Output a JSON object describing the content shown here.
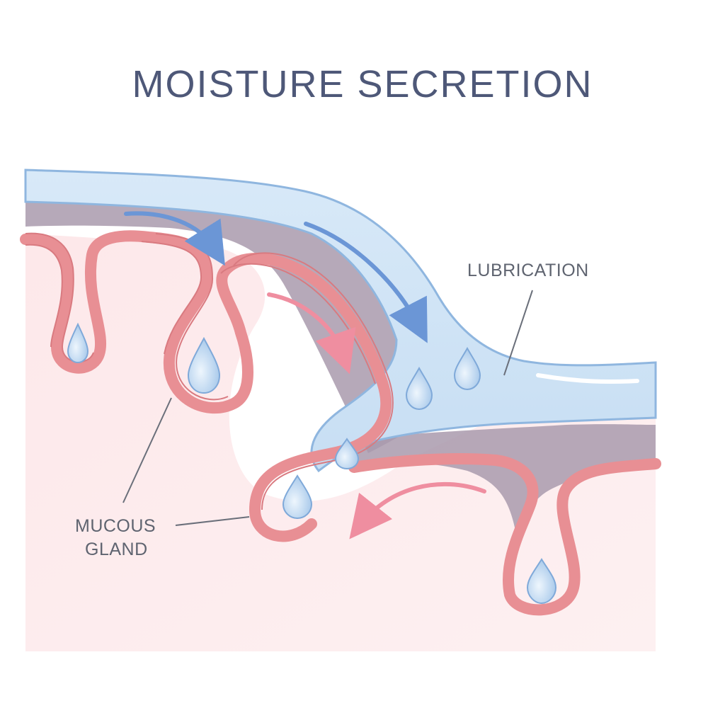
{
  "title": "MOISTURE SECRETION",
  "labels": {
    "lubrication": "LUBRICATION",
    "mucous_gland_line1": "MUCOUS",
    "mucous_gland_line2": "GLAND"
  },
  "colors": {
    "title": "#4e5878",
    "label_text": "#5f6470",
    "tissue_fill": "#fbe3e5",
    "gland_wall": "#e88f94",
    "submucosa": "#a99aad",
    "fluid": "#cfe3f5",
    "fluid_outline": "#8fb6df",
    "arrow_blue": "#6b96d6",
    "arrow_pink": "#ef8ea0"
  },
  "icons": [
    "droplet-icon",
    "flow-arrow-icon"
  ]
}
